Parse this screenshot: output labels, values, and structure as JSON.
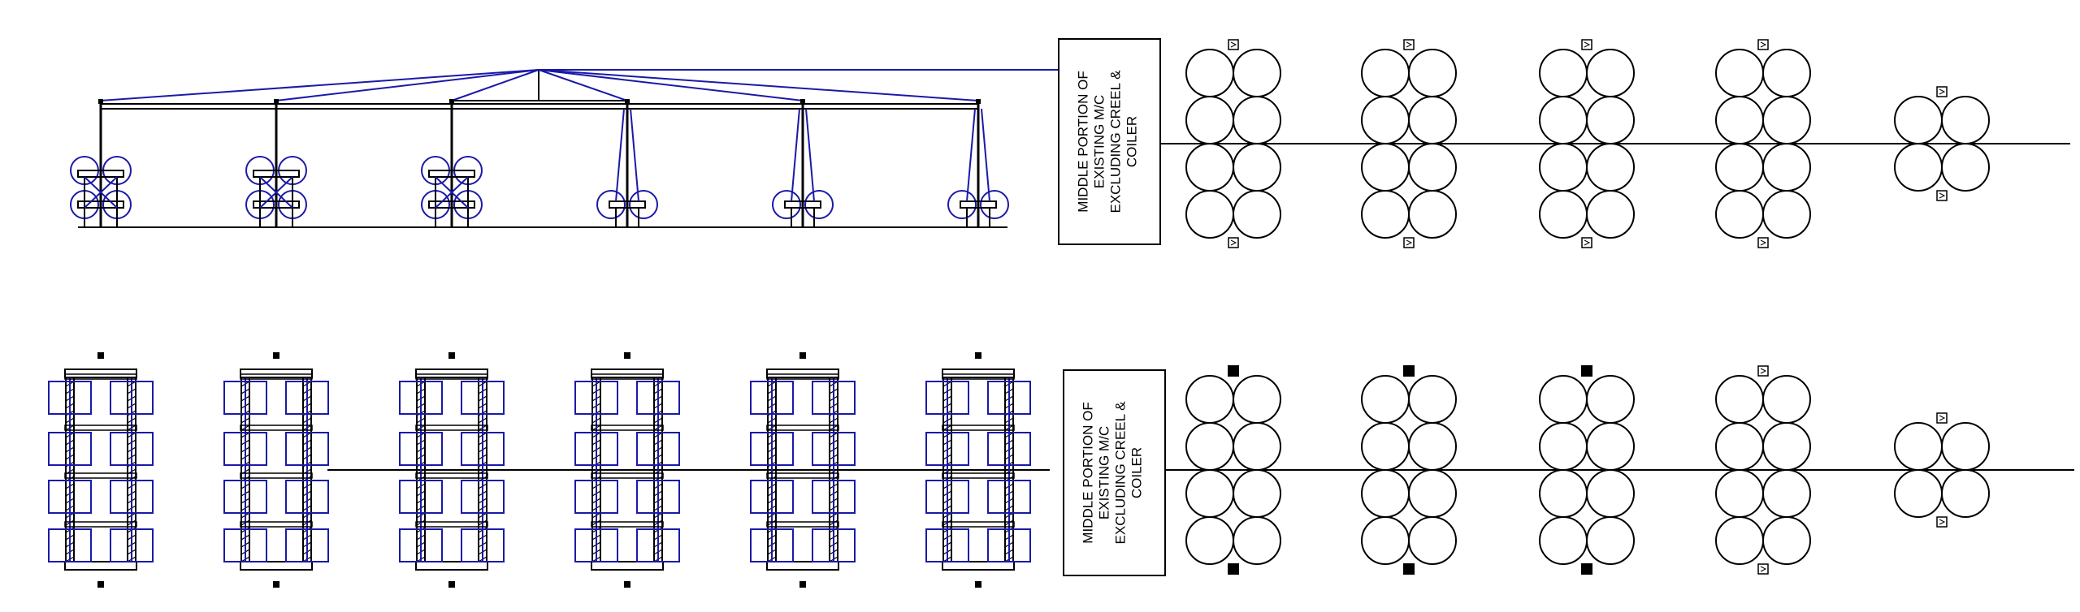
{
  "labels": {
    "top": [
      "MIDDLE PORTION OF",
      "EXISTING M/C",
      "EXCLUDING CREEL &",
      "COILER"
    ],
    "bottom": [
      "MIDDLE PORTION OF",
      "EXISTING M/C",
      "EXCLUDING CREEL &",
      "COILER"
    ]
  },
  "roll_stands": {
    "top": [
      {
        "rows": 4,
        "markers": [
          "top",
          "bottom"
        ]
      },
      {
        "rows": 4,
        "markers": [
          "top",
          "bottom"
        ]
      },
      {
        "rows": 4,
        "markers": [
          "top",
          "bottom"
        ]
      },
      {
        "rows": 4,
        "markers": [
          "top",
          "bottom"
        ]
      },
      {
        "rows": 2,
        "markers": [
          "top",
          "bottom"
        ]
      }
    ],
    "bottom": [
      {
        "rows": 4,
        "markers": [
          "top-solid",
          "bottom-solid"
        ]
      },
      {
        "rows": 4,
        "markers": [
          "top-solid",
          "bottom-solid"
        ]
      },
      {
        "rows": 4,
        "markers": [
          "top-solid",
          "bottom-solid"
        ]
      },
      {
        "rows": 4,
        "markers": [
          "top",
          "bottom"
        ]
      },
      {
        "rows": 2,
        "markers": [
          "top",
          "bottom"
        ]
      }
    ]
  },
  "creel_units": {
    "top": [
      {
        "type": "double"
      },
      {
        "type": "double"
      },
      {
        "type": "double"
      },
      {
        "type": "single"
      },
      {
        "type": "single"
      },
      {
        "type": "single"
      }
    ],
    "bottom_count": 6,
    "bottom_rows": 4
  },
  "colors": {
    "line": "#000000",
    "creel": "#1a1aa8"
  }
}
